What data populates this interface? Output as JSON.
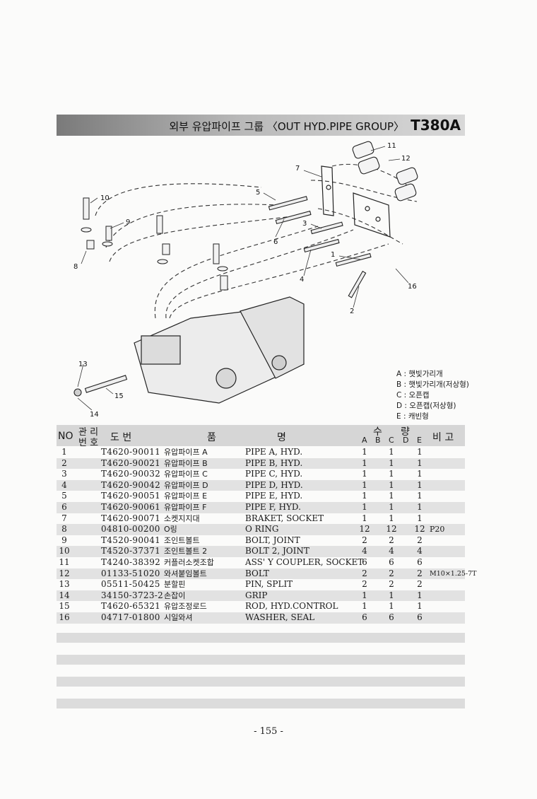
{
  "title": {
    "text": "외부 유압파이프 그룹 〈OUT HYD.PIPE GROUP〉",
    "model": "T380A"
  },
  "diagram": {
    "callouts": [
      "1",
      "2",
      "3",
      "4",
      "5",
      "6",
      "7",
      "8",
      "9",
      "10",
      "11",
      "12",
      "13",
      "14",
      "15",
      "16"
    ]
  },
  "legend": [
    "A : 햇빛가리개",
    "B : 햇빛가리개(저상형)",
    "C : 오픈캡",
    "D : 오픈캡(저상형)",
    "E : 캐빈형"
  ],
  "table": {
    "headers": {
      "no": "NO",
      "mgmt_top": "관 리",
      "mgmt_bottom": "번 호",
      "drawing": "도    번",
      "item_char1": "품",
      "item_char2": "명",
      "qty_char1": "수",
      "qty_char2": "량",
      "qty_cols": [
        "A",
        "B",
        "C",
        "D",
        "E"
      ],
      "remarks": "비 고"
    },
    "rows": [
      {
        "no": "1",
        "part": "T4620-90011",
        "kor": "유압파이프 A",
        "eng": "PIPE A, HYD.",
        "a": "1",
        "c": "1",
        "e": "1",
        "rem": ""
      },
      {
        "no": "2",
        "part": "T4620-90021",
        "kor": "유압파이프 B",
        "eng": "PIPE B, HYD.",
        "a": "1",
        "c": "1",
        "e": "1",
        "rem": ""
      },
      {
        "no": "3",
        "part": "T4620-90032",
        "kor": "유압파이프 C",
        "eng": "PIPE C, HYD.",
        "a": "1",
        "c": "1",
        "e": "1",
        "rem": ""
      },
      {
        "no": "4",
        "part": "T4620-90042",
        "kor": "유압파이프 D",
        "eng": "PIPE D, HYD.",
        "a": "1",
        "c": "1",
        "e": "1",
        "rem": ""
      },
      {
        "no": "5",
        "part": "T4620-90051",
        "kor": "유압파이프 E",
        "eng": "PIPE E, HYD.",
        "a": "1",
        "c": "1",
        "e": "1",
        "rem": ""
      },
      {
        "no": "6",
        "part": "T4620-90061",
        "kor": "유압파이프 F",
        "eng": "PIPE F, HYD.",
        "a": "1",
        "c": "1",
        "e": "1",
        "rem": ""
      },
      {
        "no": "7",
        "part": "T4620-90071",
        "kor": "소켓지지대",
        "eng": "BRAKET, SOCKET",
        "a": "1",
        "c": "1",
        "e": "1",
        "rem": ""
      },
      {
        "no": "8",
        "part": "04810-00200",
        "kor": "O링",
        "eng": "O RING",
        "a": "12",
        "c": "12",
        "e": "12",
        "rem": "P20"
      },
      {
        "no": "9",
        "part": "T4520-90041",
        "kor": "조인트볼트",
        "eng": "BOLT, JOINT",
        "a": "2",
        "c": "2",
        "e": "2",
        "rem": ""
      },
      {
        "no": "10",
        "part": "T4520-37371",
        "kor": "조인트볼트 2",
        "eng": "BOLT 2, JOINT",
        "a": "4",
        "c": "4",
        "e": "4",
        "rem": ""
      },
      {
        "no": "11",
        "part": "T4240-38392",
        "kor": "커플러소켓조합",
        "eng": "ASS' Y COUPLER, SOCKET",
        "a": "6",
        "c": "6",
        "e": "6",
        "rem": ""
      },
      {
        "no": "12",
        "part": "01133-51020",
        "kor": "와셔붙임볼트",
        "eng": "BOLT",
        "a": "2",
        "c": "2",
        "e": "2",
        "rem": "M10×1.25-7T"
      },
      {
        "no": "13",
        "part": "05511-50425",
        "kor": "분할핀",
        "eng": "PIN, SPLIT",
        "a": "2",
        "c": "2",
        "e": "2",
        "rem": ""
      },
      {
        "no": "14",
        "part": "34150-3723-2",
        "kor": "손잡이",
        "eng": "GRIP",
        "a": "1",
        "c": "1",
        "e": "1",
        "rem": ""
      },
      {
        "no": "15",
        "part": "T4620-65321",
        "kor": "유압조정로드",
        "eng": "ROD, HYD.CONTROL",
        "a": "1",
        "c": "1",
        "e": "1",
        "rem": ""
      },
      {
        "no": "16",
        "part": "04717-01800",
        "kor": "시일와셔",
        "eng": "WASHER, SEAL",
        "a": "6",
        "c": "6",
        "e": "6",
        "rem": ""
      }
    ]
  },
  "page_number": "- 155 -"
}
